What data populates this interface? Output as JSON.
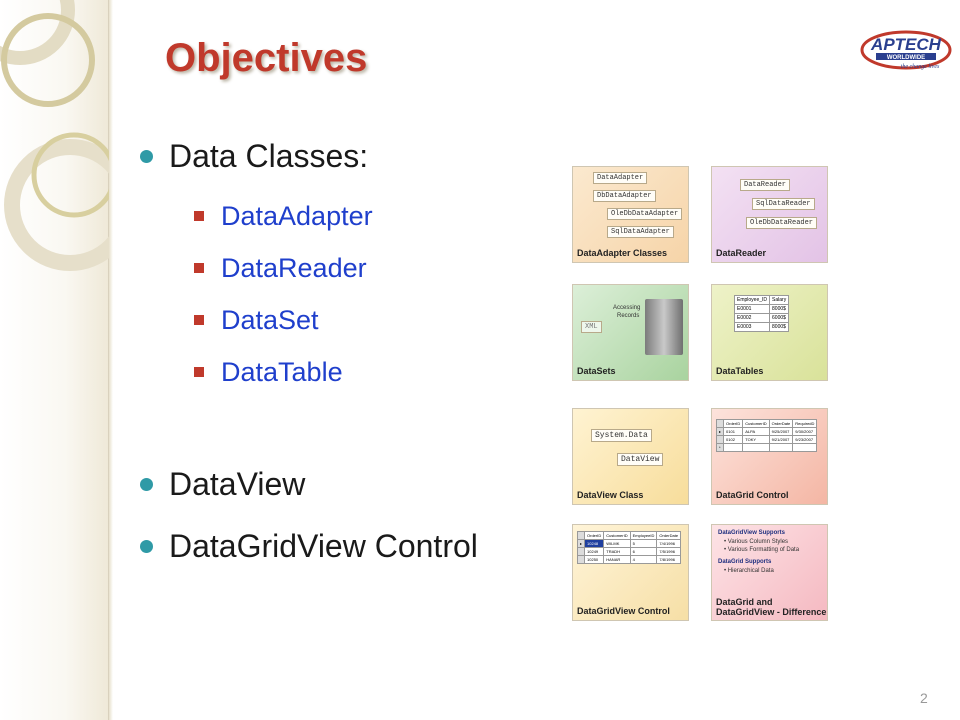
{
  "slide": {
    "title": "Objectives",
    "page_number": "2",
    "logo": {
      "text": "APTECH",
      "subtext": "WORLDWIDE",
      "tagline": "the change lives"
    }
  },
  "bullets": [
    {
      "label": "Data Classes:"
    },
    {
      "label": "DataView"
    },
    {
      "label": "DataGridView Control"
    }
  ],
  "sub_bullets": [
    "DataAdapter",
    "DataReader",
    "DataSet",
    "DataTable"
  ],
  "thumbnails": [
    {
      "caption": "DataAdapter Classes",
      "items": [
        "DataAdapter",
        "DbDataAdapter",
        "OleDbDataAdapter",
        "SqlDataAdapter"
      ]
    },
    {
      "caption": "DataReader",
      "items": [
        "DataReader",
        "SqlDataReader",
        "OleDbDataReader"
      ]
    },
    {
      "caption": "DataSets",
      "labels": [
        "Accessing",
        "Records",
        "XML"
      ]
    },
    {
      "caption": "DataTables",
      "headers": [
        "Employee_ID",
        "Salary"
      ],
      "rows": [
        [
          "E0001",
          "8000$"
        ],
        [
          "E0002",
          "6000$"
        ],
        [
          "E0003",
          "8000$"
        ]
      ]
    },
    {
      "caption": "DataView Class",
      "items": [
        "System.Data",
        "DataView"
      ]
    },
    {
      "caption": "DataGrid Control",
      "headers": [
        "OrderID",
        "CustomerID",
        "OrderDate",
        "RequiredD"
      ],
      "rows": [
        [
          "0101",
          "ALPA",
          "9/25/2007",
          "9/30/2007"
        ],
        [
          "0102",
          "TOKY",
          "9/21/2007",
          "9/23/2007"
        ]
      ]
    },
    {
      "caption": "DataGridView Control",
      "headers": [
        "OrderID",
        "CustomerID",
        "EmployeeID",
        "OrderDate"
      ],
      "rows": [
        [
          "10248",
          "WILMK",
          "5",
          "7/4/1996"
        ],
        [
          "10249",
          "TRADH",
          "6",
          "7/5/1996"
        ],
        [
          "10250",
          "HANAR",
          "4",
          "7/8/1996"
        ]
      ]
    },
    {
      "caption_line1": "DataGrid and",
      "caption_line2": "DataGridView - Difference",
      "heading1": "DataGridView Supports",
      "list1": [
        "Various Column Styles",
        "Various Formatting of Data"
      ],
      "heading2": "DataGrid Supports",
      "list2": [
        "Hierarchical Data"
      ]
    }
  ],
  "colors": {
    "title": "#c0392b",
    "bullet_dot": "#2f9aa6",
    "sub_text": "#1f3fcc",
    "sub_square": "#c0392b"
  }
}
